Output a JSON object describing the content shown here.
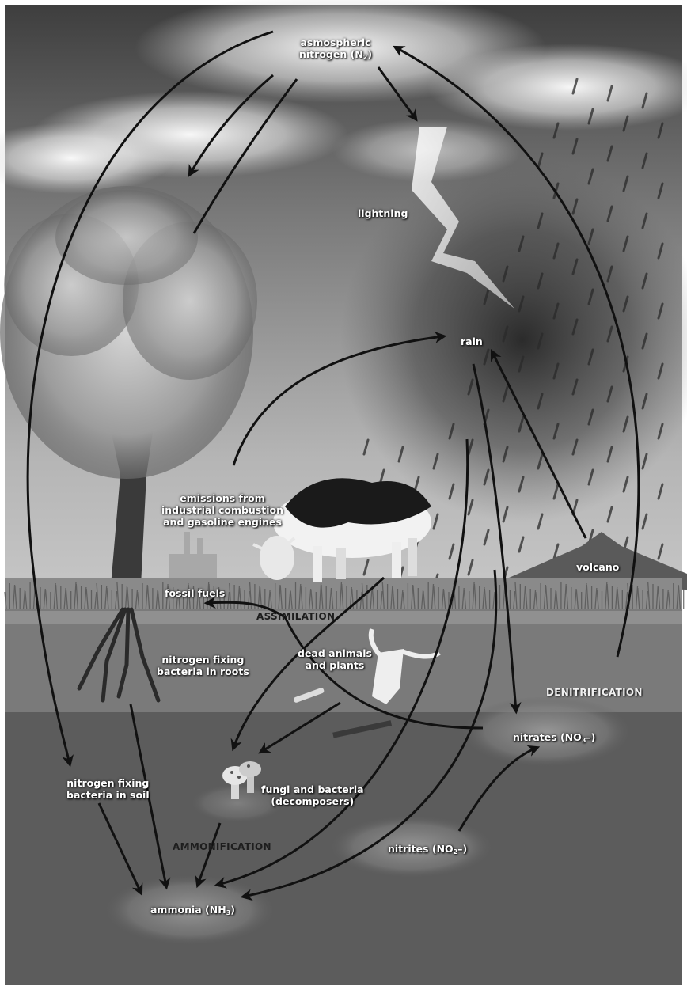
{
  "labels": {
    "atmospheric_nitrogen_line1": "asmospheric",
    "atmospheric_nitrogen_line2_pre": "nitrogen (N",
    "atmospheric_nitrogen_sub": "2",
    "atmospheric_nitrogen_line2_post": ")",
    "lightning": "lightning",
    "rain": "rain",
    "emissions_line1": "emissions from",
    "emissions_line2": "industrial combustion",
    "emissions_line3": "and gasoline engines",
    "volcano": "volcano",
    "fossil_fuels": "fossil fuels",
    "nitrogen_fixing_roots_line1": "nitrogen fixing",
    "nitrogen_fixing_roots_line2": "bacteria in roots",
    "dead_animals_line1": "dead animals",
    "dead_animals_line2": "and plants",
    "nitrates_pre": "nitrates (NO",
    "nitrates_sub": "3",
    "nitrates_post": "–)",
    "nitrogen_fixing_soil_line1": "nitrogen fixing",
    "nitrogen_fixing_soil_line2": "bacteria in soil",
    "fungi_line1": "fungi and bacteria",
    "fungi_line2": "(decomposers)",
    "nitrites_pre": "nitrites (NO",
    "nitrites_sub": "2",
    "nitrites_post": "–)",
    "ammonia_pre": "ammonia (NH",
    "ammonia_sub": "3",
    "ammonia_post": ")"
  },
  "processes": {
    "assimilation": "ASSIMILATION",
    "denitrification": "DENITRIFICATION",
    "ammonification": "AMMONIFICATION"
  },
  "colors": {
    "sky_top": "#4a4a4a",
    "sky_mid": "#9a9a9a",
    "ground": "#5c5c5c",
    "arrow": "#111111"
  }
}
